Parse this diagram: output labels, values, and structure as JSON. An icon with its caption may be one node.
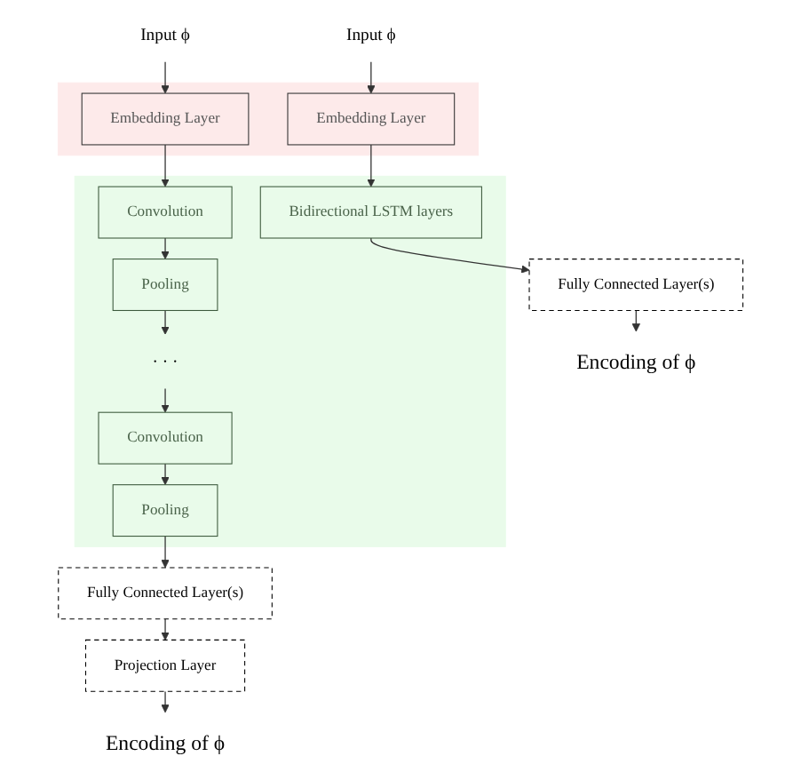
{
  "diagram": {
    "nodes": [
      {
        "text": [
          "Input ϕ"
        ]
      },
      {
        "text": [
          "Input ϕ"
        ]
      },
      {
        "text": [],
        "shape": "band"
      },
      {
        "text": [
          "Embedding Layer"
        ],
        "in": 2
      },
      {
        "text": [
          "Embedding Layer"
        ],
        "in": 2
      },
      {
        "text": [],
        "shape": "band"
      },
      {
        "text": [
          "Convolution"
        ],
        "in": 5
      },
      {
        "text": [
          "Pooling"
        ],
        "in": 5
      },
      {
        "text": [
          "Bidirectional LSTM layers"
        ],
        "in": 5
      },
      {
        "text": [
          "· · ·"
        ],
        "in": 5
      },
      {
        "text": [
          "Convolution"
        ],
        "in": 5
      },
      {
        "text": [
          "Pooling"
        ],
        "in": 5
      },
      {
        "text": [
          "Fully Connected Layer(s)"
        ]
      },
      {
        "text": [
          "Fully Connected Layer(s)"
        ]
      },
      {
        "text": [
          "Projection Layer"
        ]
      },
      {
        "text": [
          "Encoding of ϕ"
        ]
      },
      {
        "text": [
          "Encoding of ϕ"
        ]
      }
    ],
    "edges": [
      {
        "from": 0,
        "to": 3,
        "arrow": "to"
      },
      {
        "from": 1,
        "to": 4,
        "arrow": "to"
      },
      {
        "from": 3,
        "to": 6,
        "arrow": "to"
      },
      {
        "from": 6,
        "to": 7,
        "arrow": "to"
      },
      {
        "from": 7,
        "to": 9,
        "arrow": "to"
      },
      {
        "from": 9,
        "to": 10,
        "arrow": "to"
      },
      {
        "from": 10,
        "to": 11,
        "arrow": "to"
      },
      {
        "from": 11,
        "to": 12,
        "arrow": "to"
      },
      {
        "from": 12,
        "to": 14,
        "arrow": "to"
      },
      {
        "from": 14,
        "to": 15,
        "arrow": "to"
      },
      {
        "from": 4,
        "to": 8,
        "arrow": "to"
      },
      {
        "from": 8,
        "to": 13,
        "arrow": "to"
      },
      {
        "from": 13,
        "to": 16,
        "arrow": "to"
      }
    ]
  }
}
